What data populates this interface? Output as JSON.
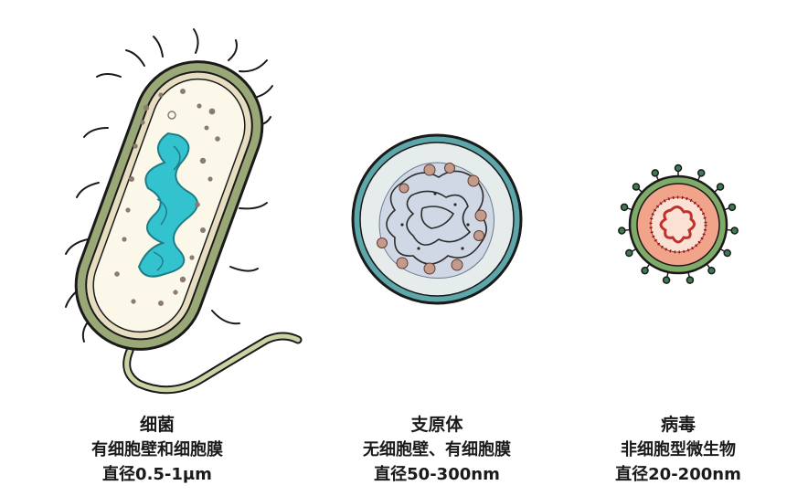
{
  "organisms": [
    {
      "name": "细菌",
      "line1": "有细胞壁和细胞膜",
      "line2": "直径0.5-1μm"
    },
    {
      "name": "支原体",
      "line1": "无细胞壁、有细胞膜",
      "line2": "直径50-300nm"
    },
    {
      "name": "病毒",
      "line1": "非细胞型微生物",
      "line2": "直径20-200nm"
    }
  ],
  "colors": {
    "bacteria_wall": "#9aa776",
    "bacteria_membrane": "#e7ddc1",
    "bacteria_cytoplasm": "#fbf8ea",
    "bacteria_dna": "#33c3cf",
    "mycoplasma_rim": "#5da7ab",
    "mycoplasma_ring": "#e6ecec",
    "mycoplasma_core": "#cfd8e4",
    "granule": "#c59a8a",
    "virus_envelope": "#7faa68",
    "virus_capsid": "#f1a48a",
    "virus_rna": "#c0302c",
    "spike": "#3f7a57"
  }
}
